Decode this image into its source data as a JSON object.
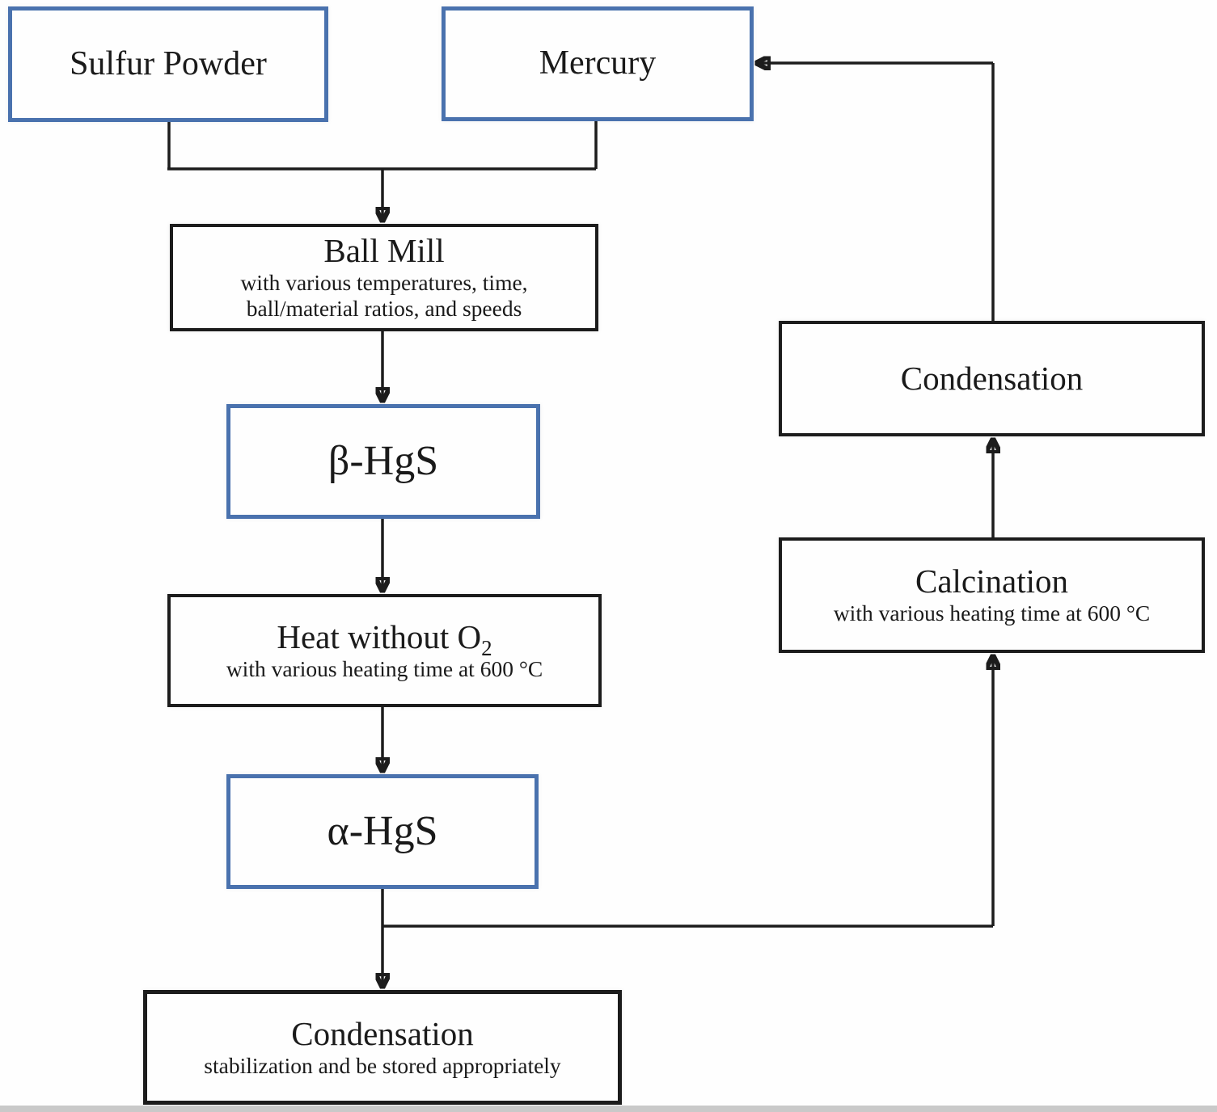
{
  "nodes": {
    "sulfur_powder": {
      "label": "Sulfur Powder"
    },
    "mercury": {
      "label": "Mercury"
    },
    "ball_mill": {
      "label": "Ball Mill",
      "subtitle_line1": "with various temperatures, time,",
      "subtitle_line2": "ball/material ratios, and speeds"
    },
    "beta_hgs": {
      "label": "β-HgS"
    },
    "heat_without_o2": {
      "label_main": "Heat without O",
      "label_sub": "2",
      "subtitle": "with various heating time at 600 °C"
    },
    "alpha_hgs": {
      "label": "α-HgS"
    },
    "condensation_final": {
      "label": "Condensation",
      "subtitle": "stabilization and be stored appropriately"
    },
    "calcination": {
      "label": "Calcination",
      "subtitle": "with various heating time at 600 °C"
    },
    "condensation_recycle": {
      "label": "Condensation"
    }
  },
  "colors": {
    "material_box_border": "#4a72ae",
    "process_box_border": "#1c1c1c",
    "connector": "#1c1c1c",
    "text": "#1a1a1a"
  }
}
